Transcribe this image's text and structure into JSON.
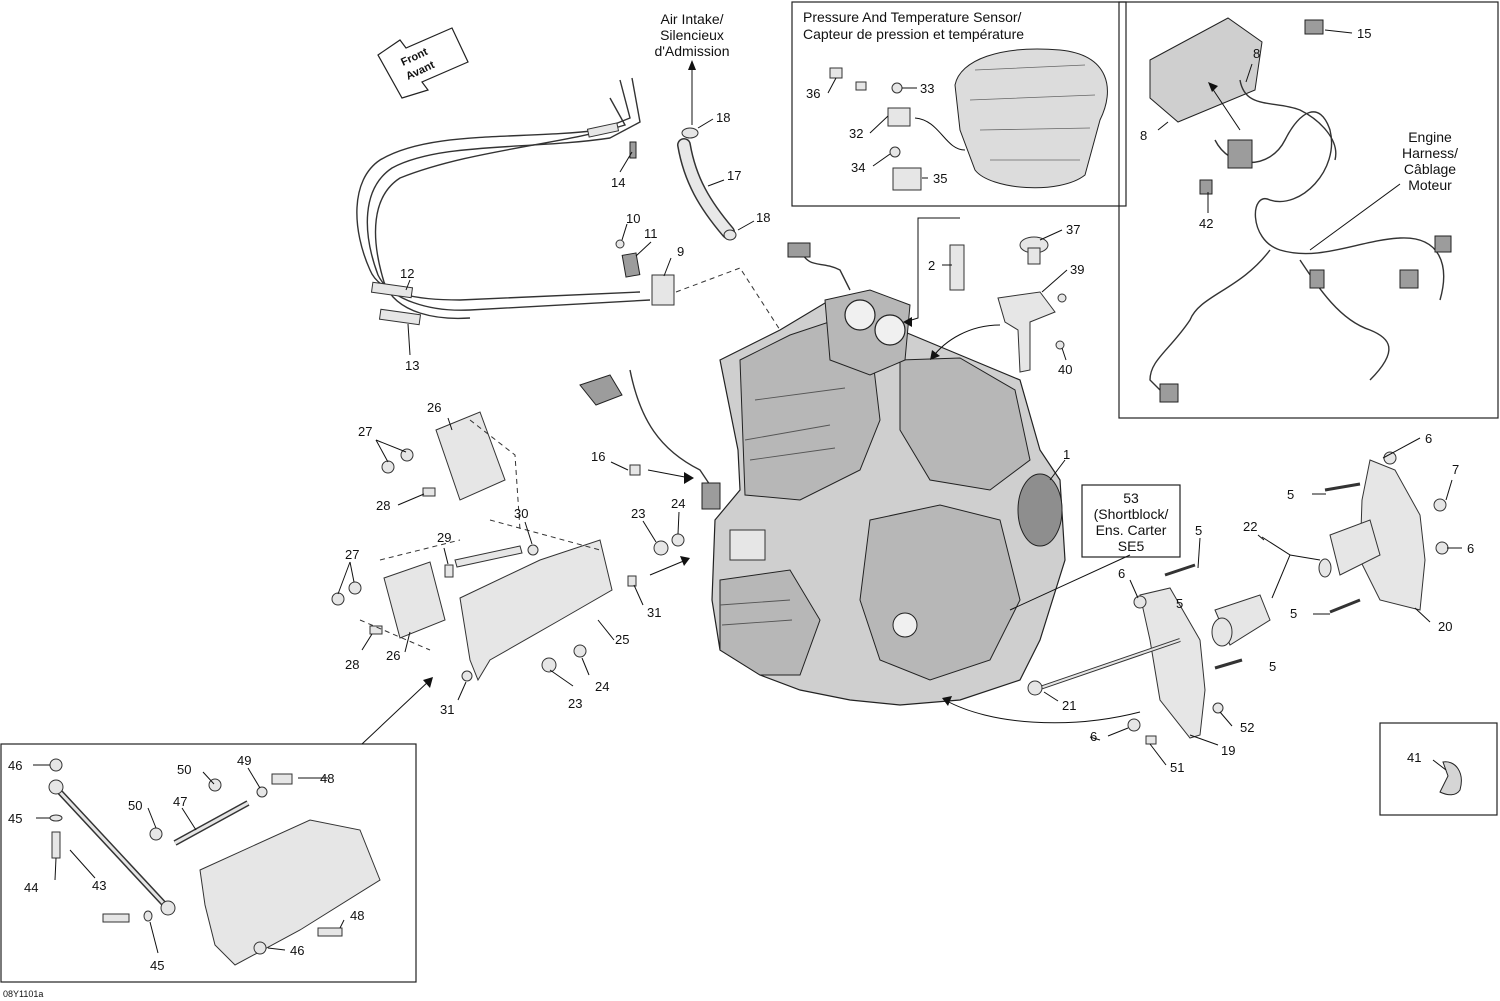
{
  "diagram_code": "08Y1101a",
  "front_arrow": {
    "line1": "Front",
    "line2": "Avant"
  },
  "air_intake": {
    "line1": "Air Intake/",
    "line2": "Silencieux",
    "line3": "d'Admission"
  },
  "sensor_box": {
    "line1": "Pressure And Temperature Sensor/",
    "line2": "Capteur de pression et température"
  },
  "harness": {
    "line1": "Engine",
    "line2": "Harness/",
    "line3": "Câblage",
    "line4": "Moteur"
  },
  "shortblock": {
    "line1": "53",
    "line2": "(Shortblock/",
    "line3": "Ens. Carter",
    "line4": "SE5"
  },
  "callouts": {
    "c1": "1",
    "c2": "2",
    "c5a": "5",
    "c5b": "5",
    "c5c": "5",
    "c5d": "5",
    "c5e": "5",
    "c6a": "6",
    "c6b": "6",
    "c6c": "6",
    "c6d": "6",
    "c7": "7",
    "c8a": "8",
    "c8b": "8",
    "c9": "9",
    "c10": "10",
    "c11": "11",
    "c12": "12",
    "c13": "13",
    "c14": "14",
    "c15": "15",
    "c16": "16",
    "c17": "17",
    "c18a": "18",
    "c18b": "18",
    "c19": "19",
    "c20": "20",
    "c21": "21",
    "c22": "22",
    "c23a": "23",
    "c23b": "23",
    "c24a": "24",
    "c24b": "24",
    "c25": "25",
    "c26a": "26",
    "c26b": "26",
    "c27a": "27",
    "c27b": "27",
    "c28a": "28",
    "c28b": "28",
    "c29": "29",
    "c30": "30",
    "c31a": "31",
    "c31b": "31",
    "c32": "32",
    "c33": "33",
    "c34": "34",
    "c35": "35",
    "c36": "36",
    "c37": "37",
    "c39": "39",
    "c40": "40",
    "c41": "41",
    "c42": "42",
    "c43": "43",
    "c44": "44",
    "c45a": "45",
    "c45b": "45",
    "c46a": "46",
    "c46b": "46",
    "c47": "47",
    "c48a": "48",
    "c48b": "48",
    "c49": "49",
    "c50a": "50",
    "c50b": "50",
    "c51": "51",
    "c52": "52"
  }
}
